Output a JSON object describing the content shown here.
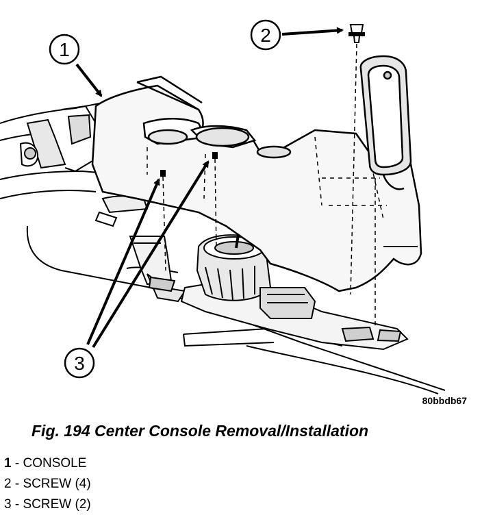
{
  "diagram": {
    "callouts": [
      {
        "number": "1",
        "part": "CONSOLE"
      },
      {
        "number": "2",
        "part": "SCREW (4)"
      },
      {
        "number": "3",
        "part": "SCREW (2)"
      }
    ],
    "drawing_code": "80bbdb67"
  },
  "caption": {
    "text": "Fig. 194 Center Console Removal/Installation"
  },
  "legend": {
    "items": [
      {
        "number": "1",
        "separator": " - ",
        "text": "CONSOLE"
      },
      {
        "number": "2",
        "separator": " - ",
        "text": "SCREW (4)"
      },
      {
        "number": "3",
        "separator": " - ",
        "text": "SCREW (2)"
      }
    ]
  }
}
